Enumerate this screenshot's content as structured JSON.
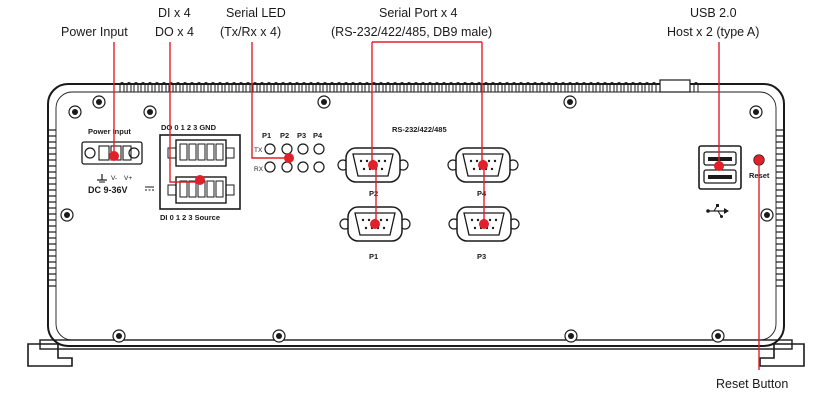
{
  "callouts": {
    "power_input": "Power Input",
    "di": "DI x 4",
    "do": "DO x 4",
    "serial_led_1": "Serial LED",
    "serial_led_2": "(Tx/Rx x 4)",
    "serial_port_1": "Serial Port x 4",
    "serial_port_2": "(RS-232/422/485, DB9 male)",
    "usb_1": "USB 2.0",
    "usb_2": "Host x 2 (type A)",
    "reset_button": "Reset Button"
  },
  "panel": {
    "power_input_label": "Power Input",
    "power_terminals": [
      "V-",
      "V+"
    ],
    "power_rating": "DC 9-36V",
    "do_header": "DO  0  1  2  3  GND",
    "di_header": "DI   0   1   2   3  Source",
    "led_columns": [
      "P1",
      "P2",
      "P3",
      "P4"
    ],
    "led_rows": [
      "TX",
      "RX"
    ],
    "serial_header": "RS-232/422/485",
    "serial_ports": [
      "P2",
      "P4",
      "P1",
      "P3"
    ],
    "reset_label": "Reset"
  },
  "colors": {
    "leader": "#e0202a",
    "outline": "#1a1a1a"
  },
  "icons": [
    "ground-icon",
    "dc-symbol-icon",
    "usb-icon"
  ]
}
